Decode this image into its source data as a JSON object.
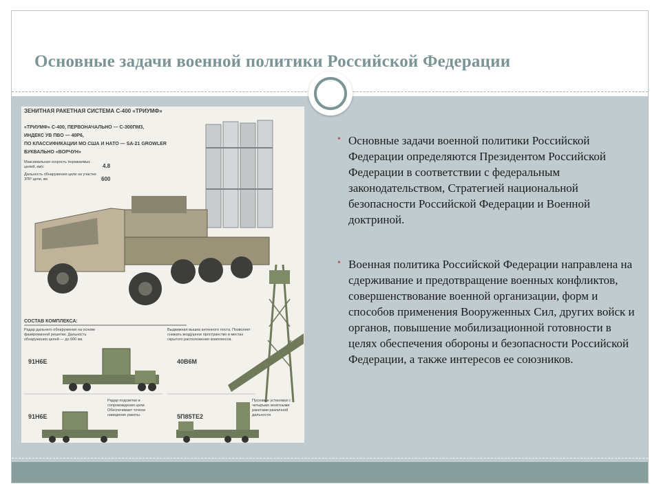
{
  "slide": {
    "title": "Основные задачи военной политики Российской Федерации",
    "bullets": [
      {
        "text": "Основные задачи военной политики Российской Федерации определяются Президентом Российской Федерации в соответствии с федеральным законодательством, Стратегией национальной безопасности Российской Федерации и Военной доктриной."
      },
      {
        "text": "Военная политика Российской Федерации направлена на сдерживание и предотвращение военных конфликтов, совершенствование военной организации, форм и способов применения Вооруженных Сил, других войск и органов, повышение мобилизационной готовности в целях обеспечения обороны и безопасности Российской Федерации, а также интересов ее союзников."
      }
    ],
    "colors": {
      "title": "#7b9496",
      "panel": "#bfcbcf",
      "bottom_bar": "#879e9c",
      "bullet": "#b05a5a"
    }
  },
  "poster": {
    "header": "ЗЕНИТНАЯ РАКЕТНАЯ СИСТЕМА С-400 «ТРИУМФ»",
    "lines": [
      "«ТРИУМФ» С-400, ПЕРВОНАЧАЛЬНО — С-300ПМ3,",
      "ИНДЕКС УВ ПВО — 40Р6,",
      "ПО КЛАССИФИКАЦИИ МО США И НАТО — SA-21 GROWLER",
      "БУКВАЛЬНО «ВОРЧУН»"
    ],
    "spec1_label": "Максимальная скорость поражаемых целей, км/с",
    "spec1_value": "4.8",
    "spec2_label": "Дальность обнаружения цели на участке ЗПР цели, км",
    "spec2_value": "600",
    "composition": "СОСТАВ КОМПЛЕКСА:",
    "radar1_desc": "Радар дальнего обнаружения на основе фазированной решетки. Дальность обнаружения целей — до 600 км.",
    "radar1_code": "91Н6Е",
    "tower_desc": "Выдвижная вышка антенного поста. Позволяет снижать воздушное пространство в местах скрытого расположения комплексов.",
    "tower_code": "40В6М",
    "radar2_desc": "Радар подсветки и сопровождения цели. Обеспечивает точное наведение ракеты.",
    "radar2_code": "91Н6Е",
    "launcher_desc": "Пусковые установки с четырьмя зенитными ракетами различной дальности.",
    "launcher_code": "5П85ТЕ2"
  }
}
